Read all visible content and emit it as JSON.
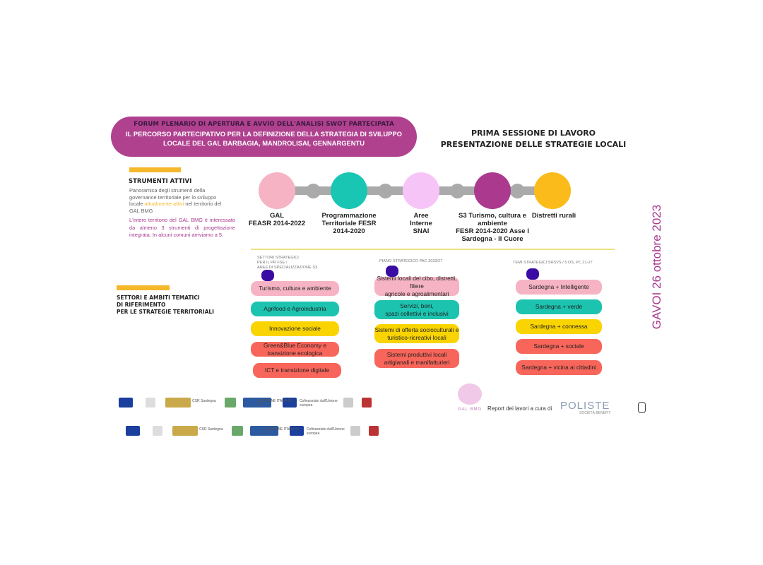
{
  "header": {
    "line1": "FORUM PLENARIO DI APERTURA E AVVIO DELL'ANALISI SWOT PARTECIPATA",
    "line2": "IL PERCORSO PARTECIPATIVO PER LA DEFINIZIONE DELLA STRATEGIA DI SVILUPPO",
    "line3": "LOCALE DEL GAL BARBAGIA, MANDROLISAI, GENNARGENTU"
  },
  "session": {
    "line1": "PRIMA SESSIONE DI LAVORO",
    "line2": "PRESENTAZIONE DELLE STRATEGIE LOCALI"
  },
  "date": "GAVOI  26 ottobre 2023",
  "strumenti": {
    "title": "STRUMENTI ATTIVI",
    "desc_a": "Panoramica degli strumenti della governance territoriale per lo sviluppo locale ",
    "desc_highlight": "attualmente attivi",
    "desc_b": " nel territorio del GAL BMG",
    "note": "L'intero territorio del GAL BMG è interessato da almeno 3 strumenti di progettazione integrata. In alcuni comuni arriviamo a 5."
  },
  "timeline": [
    {
      "label": "GAL\nFEASR 2014-2022",
      "color": "#f5b3c3"
    },
    {
      "label": "Programmazione\nTerritoriale FESR\n2014-2020",
      "color": "#19c6b3"
    },
    {
      "label": "Aree\nInterne\nSNAI",
      "color": "#f7c4f7"
    },
    {
      "label": "S3 Turismo, cultura e\nambiente\nFESR 2014-2020 Asse I\nSardegna - Il Cuore",
      "color": "#ab3a8e"
    },
    {
      "label": "Distretti rurali",
      "color": "#fbbb1a"
    }
  ],
  "settori": {
    "title": "SETTORI E AMBITI TEMATICI\nDI RIFERIMENTO\nPER LE STRATEGIE TERRITORIALI"
  },
  "columns": [
    {
      "caption": "SETTORI STRATEGICI\nPER IL PR FSE /\nAREE DI SPECIALIZZAZIONE S3",
      "items": [
        "Turismo, cultura e ambiente",
        "Agrifood e Agroindustria",
        "Innovazione sociale",
        "Green&Blue Economy e\ntransizione ecologica",
        "ICT e transizione digitale"
      ]
    },
    {
      "caption": "PIANO STRATEGICO PAC 2023/27",
      "items": [
        "Sistemi locali del cibo, distretti, filiere\nagricole e agroalimentari",
        "Servizi, beni,\nspazi collettivi e inclusivi",
        "Sistemi di offerta socioculturali e\nturistico-ricreativi locali",
        "Sistemi produttivi locali\nartigianali e manifatturieri"
      ]
    },
    {
      "caption": "TEMI STRATEGICI SRSVS / 5 OS, PC 21-27",
      "items": [
        "Sardegna + Intelligente",
        "Sardegna + verde",
        "Sardegna + connessa",
        "Sardegna + sociale",
        "Sardegna + vicina ai cittadini"
      ]
    }
  ],
  "footer": {
    "gal": "GAL BMG",
    "report": "Report dei lavori a cura di",
    "poliste": "POLISTE",
    "poliste_sub": "SOCIETÀ BENEFIT",
    "csr": "CSR Sardegna",
    "coesione": "COESIONE ITALIA 21-27",
    "cofin": "Cofinanziato dall'Unione europea"
  }
}
